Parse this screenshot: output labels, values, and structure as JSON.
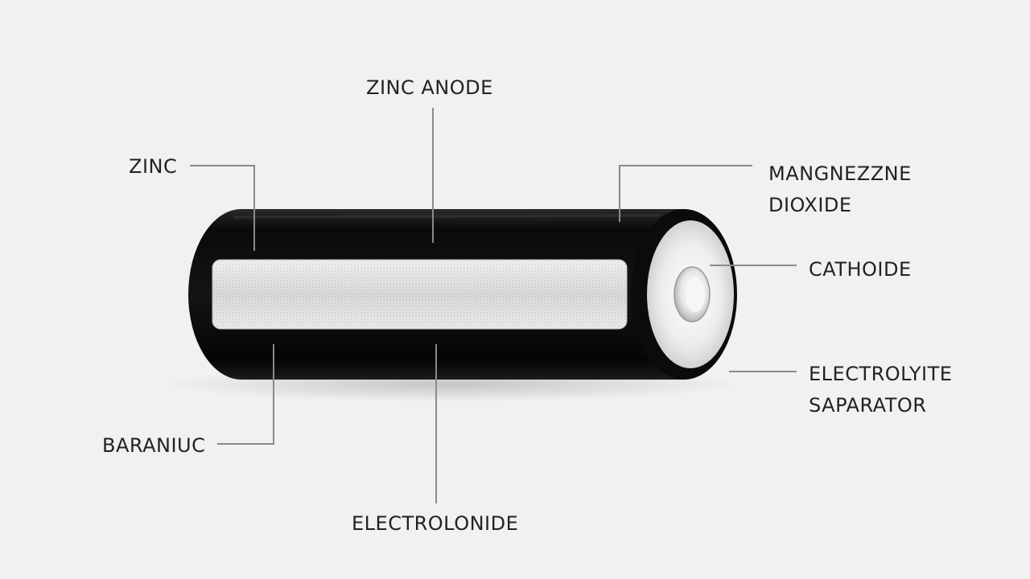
{
  "labels": {
    "zinc_anode": "ZINC ANODE",
    "zinc": "ZINC",
    "manganese_line1": "MANGNEZZNE",
    "manganese_line2": "DIOXIDE",
    "cathode": "CATHOIDE",
    "electrolyte_line1": "ELECTROLYITE",
    "electrolyte_line2": "SAPARATOR",
    "baraniuc": "BARANIUC",
    "electrolonide": "ELECTROLONIDE"
  },
  "colors": {
    "background": "#f1f1f1",
    "casing": "#0e0e0e",
    "core": "#e4e4e4",
    "leader_line": "#8a8a8a",
    "text": "#222222"
  }
}
